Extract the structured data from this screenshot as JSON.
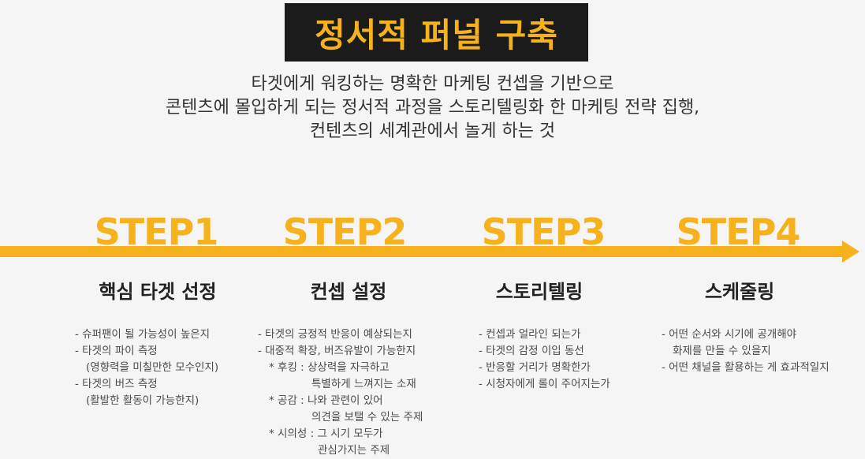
{
  "title": "정서적 퍼널 구축",
  "intro_lines": [
    "타겟에게 워킹하는 명확한 마케팅 컨셉을 기반으로",
    "콘텐츠에 몰입하게 되는 정서적 과정을 스토리텔링화 한 마케팅 전략 집행,",
    "컨텐츠의 세계관에서 놀게 하는 것"
  ],
  "colors": {
    "accent": "#f6b21c",
    "title_bg": "#1b1b1b",
    "background": "#f5f5f5"
  },
  "steps": [
    {
      "label": "STEP1",
      "heading": "핵심 타겟 선정",
      "items": [
        "- 슈퍼팬이 될 가능성이 높은지",
        "- 타겟의 파이 측정",
        "(영향력을 미칠만한 모수인지)",
        "- 타겟의 버즈 측정",
        "(활발한 활동이 가능한지)"
      ]
    },
    {
      "label": "STEP2",
      "heading": "컨셉 설정",
      "items": [
        "- 타겟의 긍정적 반응이 예상되는지",
        "- 대중적 확장, 버즈유발이 가능한지",
        "* 후킹 : 상상력을 자극하고",
        "특별하게 느껴지는 소재",
        "* 공감 : 나와 관련이 있어",
        "의견을 보탤 수 있는 주제",
        "* 시의성 : 그 시기 모두가",
        "관심가지는 주제"
      ]
    },
    {
      "label": "STEP3",
      "heading": "스토리텔링",
      "items": [
        "- 컨셉과 얼라인 되는가",
        "- 타겟의 감정 이입 동선",
        "- 반응할 거리가 명확한가",
        "- 시청자에게 롤이 주어지는가"
      ]
    },
    {
      "label": "STEP4",
      "heading": "스케줄링",
      "items": [
        "- 어떤 순서와 시기에 공개해야",
        "화제를 만들 수 있을지",
        "- 어떤 채널을 활용하는 게 효과적일지"
      ]
    }
  ]
}
